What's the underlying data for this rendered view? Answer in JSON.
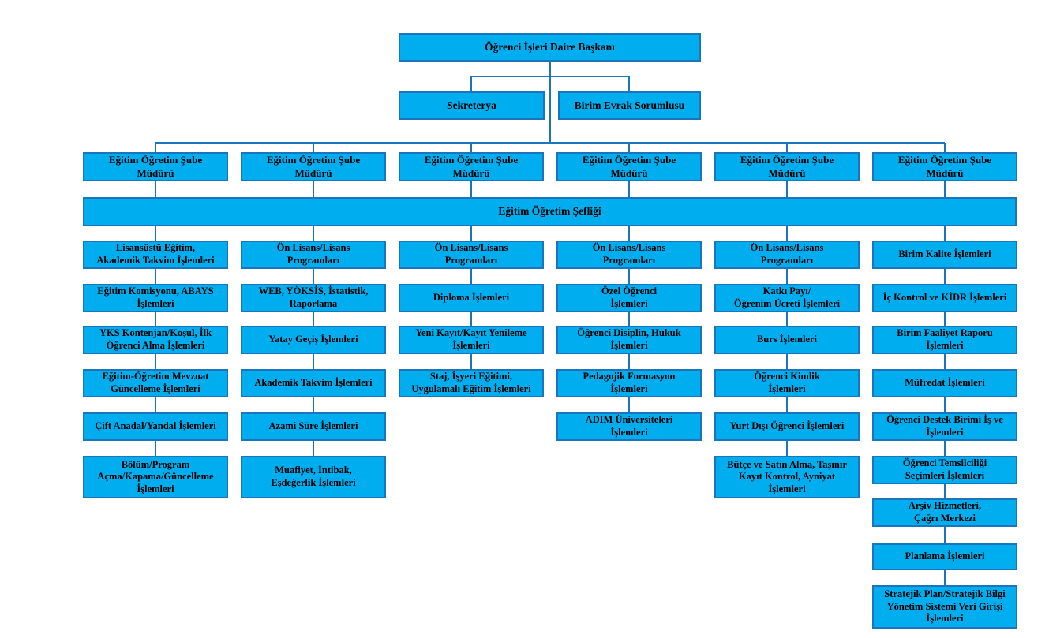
{
  "colors": {
    "box_fill": "#00AEEF",
    "box_border": "#1B75BC",
    "line_color": "#1B75BC",
    "text_color": "#000000",
    "background": "#FFFFFF"
  },
  "org": {
    "root": "Öğrenci İşleri Daire Başkanı",
    "staff": [
      "Sekreterya",
      "Birim Evrak Sorumlusu"
    ],
    "manager_label": "Eğitim Öğretim Şube\nMüdürü",
    "manager_count": 6,
    "band": "Eğitim Öğretim Şefliği",
    "columns": [
      [
        "Lisansüstü Eğitim,\nAkademik Takvim İşlemleri",
        "Eğitim Komisyonu, ABAYS\nİşlemleri",
        "YKS Kontenjan/Koşul, İlk\nÖğrenci Alma İşlemleri",
        "Eğitim-Öğretim Mevzuat\nGüncelleme İşlemleri",
        "Çift Anadal/Yandal İşlemleri",
        "Bölüm/Program\nAçma/Kapama/Güncelleme\nİşlemleri"
      ],
      [
        "Ön Lisans/Lisans\nProgramları",
        "WEB, YÖKSİS, İstatistik,\nRaporlama",
        "Yatay Geçiş İşlemleri",
        "Akademik Takvim İşlemleri",
        "Azami Süre İşlemleri",
        "Muafiyet, İntibak,\nEşdeğerlik İşlemleri"
      ],
      [
        "Ön Lisans/Lisans\nProgramları",
        "Diploma İşlemleri",
        "Yeni Kayıt/Kayıt Yenileme\nİşlemleri",
        "Staj, İşyeri Eğitimi,\nUygulamalı Eğitim İşlemleri"
      ],
      [
        "Ön Lisans/Lisans\nProgramları",
        "Özel Öğrenci\nİşlemleri",
        "Öğrenci Disiplin, Hukuk\nİşlemleri",
        "Pedagojik Formasyon\nİşlemleri",
        "ADIM Üniversiteleri\nİşlemleri"
      ],
      [
        "Ön Lisans/Lisans\nProgramları",
        "Katkı Payı/\nÖğrenim Ücreti İşlemleri",
        "Burs İşlemleri",
        "Öğrenci Kimlik\nİşlemleri",
        "Yurt Dışı Öğrenci İşlemleri",
        "Bütçe ve Satın Alma, Taşınır\nKayıt Kontrol, Ayniyat\nİşlemleri"
      ],
      [
        "Birim Kalite İşlemleri",
        "İç Kontrol ve KİDR İşlemleri",
        "Birim Faaliyet Raporu\nİşlemleri",
        "Müfredat İşlemleri",
        "Öğrenci Destek Birimi İş ve\nİşlemleri",
        "Öğrenci Temsilciliği\nSeçimleri İşlemleri",
        "Arşiv Hizmetleri,\nÇağrı Merkezi",
        "Planlama İşlemleri",
        "Stratejik Plan/Stratejik Bilgi\nYönetim Sistemi Veri Girişi\nİşlemleri"
      ]
    ]
  }
}
